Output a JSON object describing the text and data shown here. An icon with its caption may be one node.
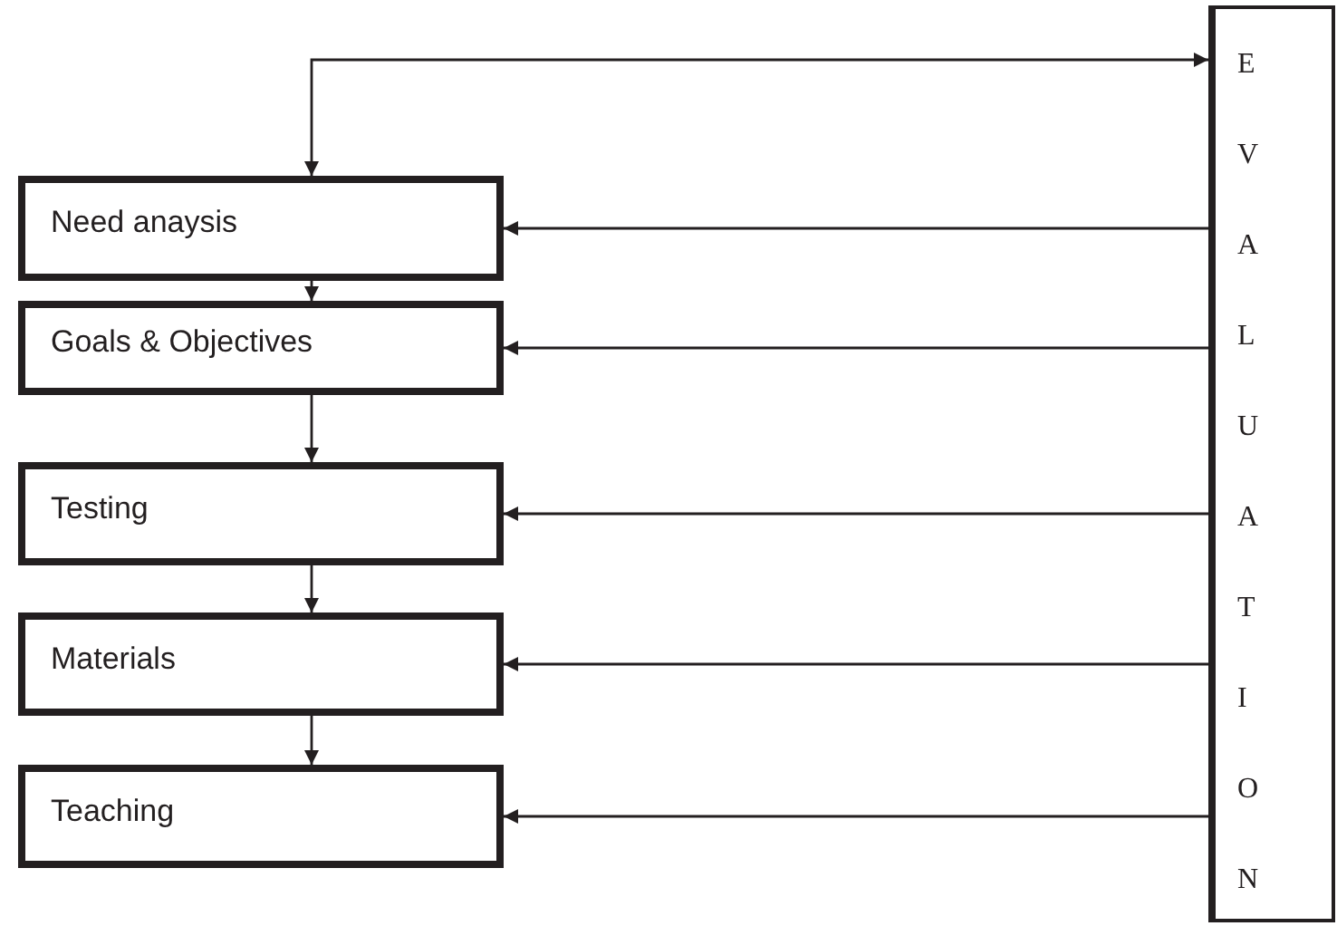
{
  "diagram": {
    "nodes": [
      {
        "text": [
          "Need anaysis"
        ]
      },
      {
        "text": [
          "Goals & Objectives"
        ]
      },
      {
        "text": [
          "Testing"
        ]
      },
      {
        "text": [
          "Materials"
        ]
      },
      {
        "text": [
          "Teaching"
        ]
      },
      {
        "text": [
          "EVALUATION"
        ]
      }
    ],
    "edges": [
      {
        "from": 0,
        "to": 1,
        "arrow": "to"
      },
      {
        "from": 1,
        "to": 2,
        "arrow": "to"
      },
      {
        "from": 2,
        "to": 3,
        "arrow": "to"
      },
      {
        "from": 3,
        "to": 4,
        "arrow": "to"
      },
      {
        "from": 5,
        "to": 0,
        "arrow": "to"
      },
      {
        "from": 5,
        "to": 1,
        "arrow": "to"
      },
      {
        "from": 5,
        "to": 2,
        "arrow": "to"
      },
      {
        "from": 5,
        "to": 3,
        "arrow": "to"
      },
      {
        "from": 5,
        "to": 4,
        "arrow": "to"
      },
      {
        "from": 0,
        "to": 5,
        "arrow": "both"
      }
    ]
  }
}
